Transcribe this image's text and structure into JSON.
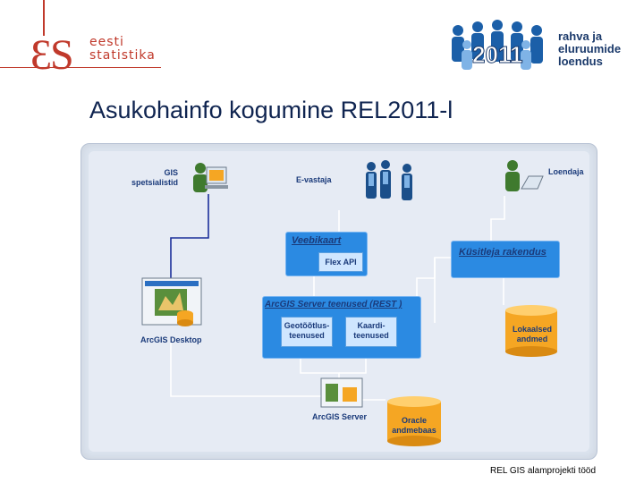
{
  "header": {
    "es_logo_mark": "ƐS",
    "es_logo_line1": "eesti",
    "es_logo_line2": "statistika",
    "rel_logo_mark": "2011",
    "rel_logo_line1": "rahva ja",
    "rel_logo_line2": "eluruumide",
    "rel_logo_line3": "loendus"
  },
  "title": "Asukohainfo kogumine REL2011-l",
  "diagram": {
    "gis_specialists_line1": "GIS",
    "gis_specialists_line2": "spetsialistid",
    "e_respondent": "E-vastaja",
    "enumerator": "Loendaja",
    "web_map": "Veebikaart",
    "flex_api": "Flex API",
    "enumerator_app": "Küsitleja rakendus",
    "arcgis_desktop": "ArcGIS Desktop",
    "arcgis_services": "ArcGIS Server teenused (REST )",
    "geocoding_service_line1": "Geotõõtlus-",
    "geocoding_service_line2": "teenused",
    "map_service_line1": "Kaardi-",
    "map_service_line2": "teenused",
    "local_data_line1": "Lokaalsed",
    "local_data_line2": "andmed",
    "arcgis_server": "ArcGIS Server",
    "oracle_db_line1": "Oracle",
    "oracle_db_line2": "andmebaas"
  },
  "footer": "REL GIS alamprojekti tööd",
  "colors": {
    "accent_red": "#c0392b",
    "navy": "#0f2450",
    "box_blue": "#2b8ae2",
    "db_orange": "#f5a623"
  }
}
